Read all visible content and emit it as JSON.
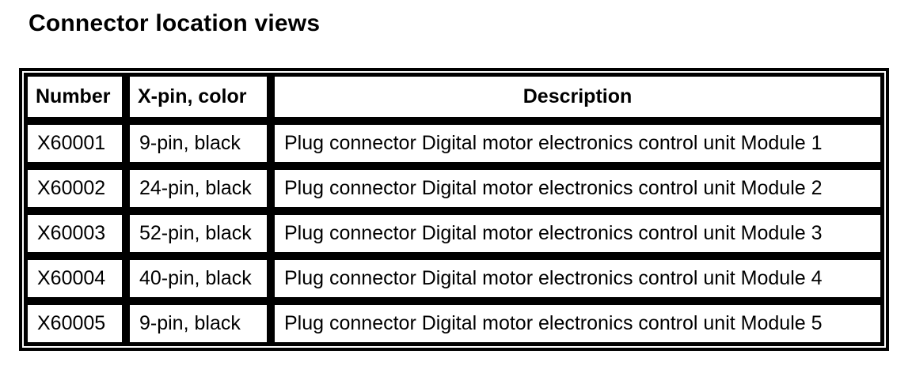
{
  "page": {
    "title": "Connector location views",
    "background_color": "#ffffff",
    "text_color": "#000000",
    "border_color": "#000000"
  },
  "table": {
    "columns": [
      {
        "label": "Number"
      },
      {
        "label": "X-pin, color"
      },
      {
        "label": "Description"
      }
    ],
    "rows": [
      {
        "number": "X60001",
        "pin_color": "9-pin, black",
        "description": "Plug connector Digital motor electronics control unit Module 1"
      },
      {
        "number": "X60002",
        "pin_color": "24-pin, black",
        "description": "Plug connector Digital motor electronics control unit Module 2"
      },
      {
        "number": "X60003",
        "pin_color": "52-pin, black",
        "description": "Plug connector Digital motor electronics control unit Module 3"
      },
      {
        "number": "X60004",
        "pin_color": "40-pin, black",
        "description": "Plug connector Digital motor electronics control unit Module 4"
      },
      {
        "number": "X60005",
        "pin_color": "9-pin, black",
        "description": "Plug connector Digital motor electronics control unit Module 5"
      }
    ]
  }
}
